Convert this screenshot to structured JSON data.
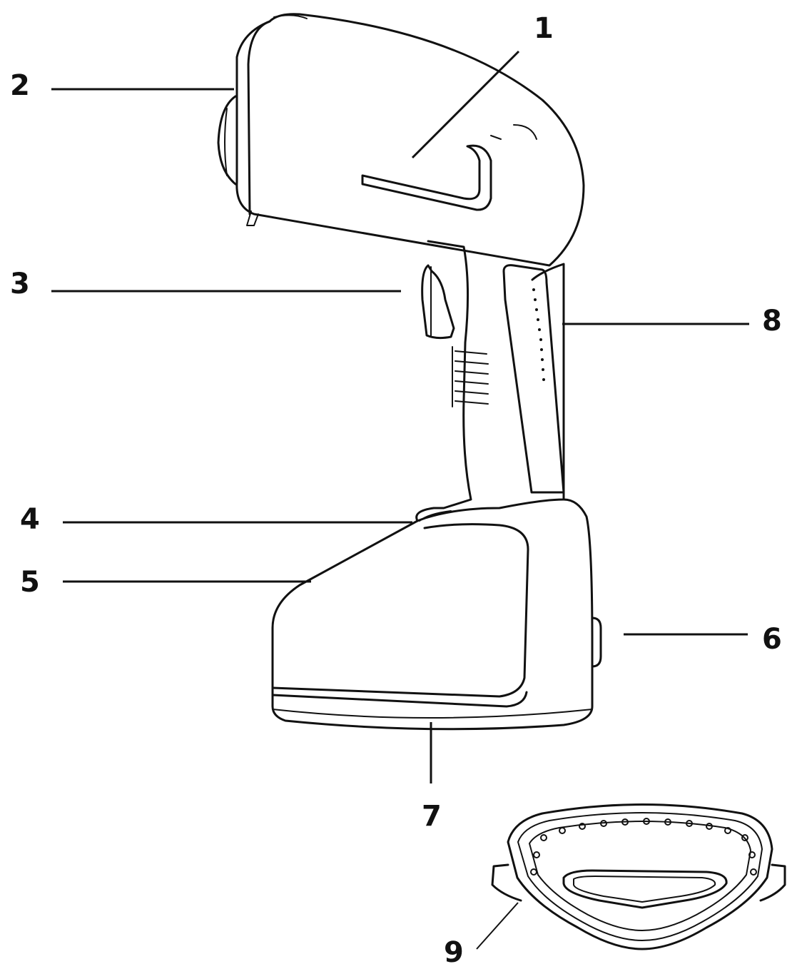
{
  "callouts": [
    {
      "id": "1",
      "label": "1"
    },
    {
      "id": "2",
      "label": "2"
    },
    {
      "id": "3",
      "label": "3"
    },
    {
      "id": "4",
      "label": "4"
    },
    {
      "id": "5",
      "label": "5"
    },
    {
      "id": "6",
      "label": "6"
    },
    {
      "id": "7",
      "label": "7"
    },
    {
      "id": "8",
      "label": "8"
    },
    {
      "id": "9",
      "label": "9"
    }
  ],
  "colors": {
    "line": "#111111",
    "background": "#ffffff"
  }
}
